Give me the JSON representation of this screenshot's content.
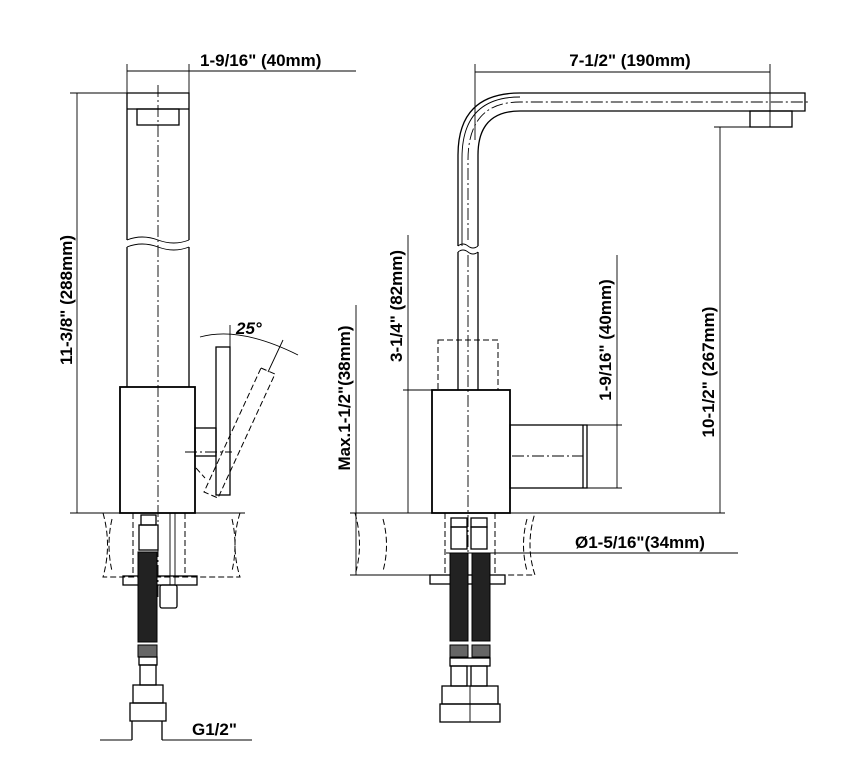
{
  "drawing": {
    "side_view": {
      "spout_width": "1-9/16\" (40mm)",
      "total_height": "11-3/8\" (288mm)",
      "handle_angle": "25°",
      "connector": "G1/2\""
    },
    "front_view": {
      "spout_reach": "7-1/2\" (190mm)",
      "spout_clearance": "10-1/2\" (267mm)",
      "handle_height": "1-9/16\" (40mm)",
      "body_height": "3-1/4\" (82mm)",
      "max_counter_thickness": "Max.1-1/2\"(38mm)",
      "hole_diameter": "Ø1-5/16\"(34mm)"
    }
  }
}
